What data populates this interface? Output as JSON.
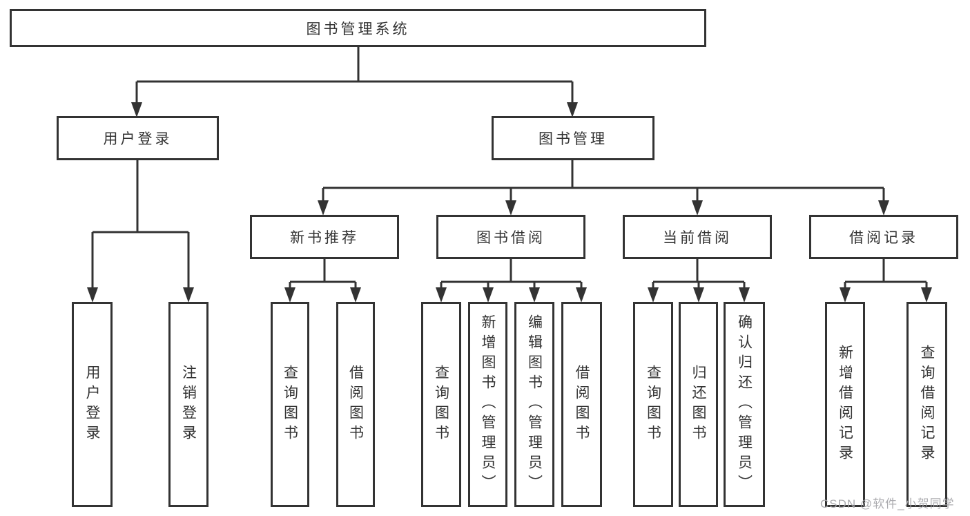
{
  "tree": {
    "label": "图书管理系统",
    "children": [
      {
        "label": "用户登录",
        "children": [
          {
            "label": "用户登录"
          },
          {
            "label": "注销登录"
          }
        ]
      },
      {
        "label": "图书管理",
        "children": [
          {
            "label": "新书推荐",
            "children": [
              {
                "label": "查询图书"
              },
              {
                "label": "借阅图书"
              }
            ]
          },
          {
            "label": "图书借阅",
            "children": [
              {
                "label": "查询图书"
              },
              {
                "label": "新增图书（管理员）"
              },
              {
                "label": "编辑图书（管理员）"
              },
              {
                "label": "借阅图书"
              }
            ]
          },
          {
            "label": "当前借阅",
            "children": [
              {
                "label": "查询图书"
              },
              {
                "label": "归还图书"
              },
              {
                "label": "确认归还（管理员）"
              }
            ]
          },
          {
            "label": "借阅记录",
            "children": [
              {
                "label": "新增借阅记录"
              },
              {
                "label": "查询借阅记录"
              }
            ]
          }
        ]
      }
    ]
  },
  "watermark": {
    "text": "CSDN @软件_小贺同学"
  },
  "colors": {
    "line": "#333333",
    "box_border": "#333333",
    "text": "#333333",
    "watermark": "#a8a8ac",
    "background": "#ffffff"
  }
}
